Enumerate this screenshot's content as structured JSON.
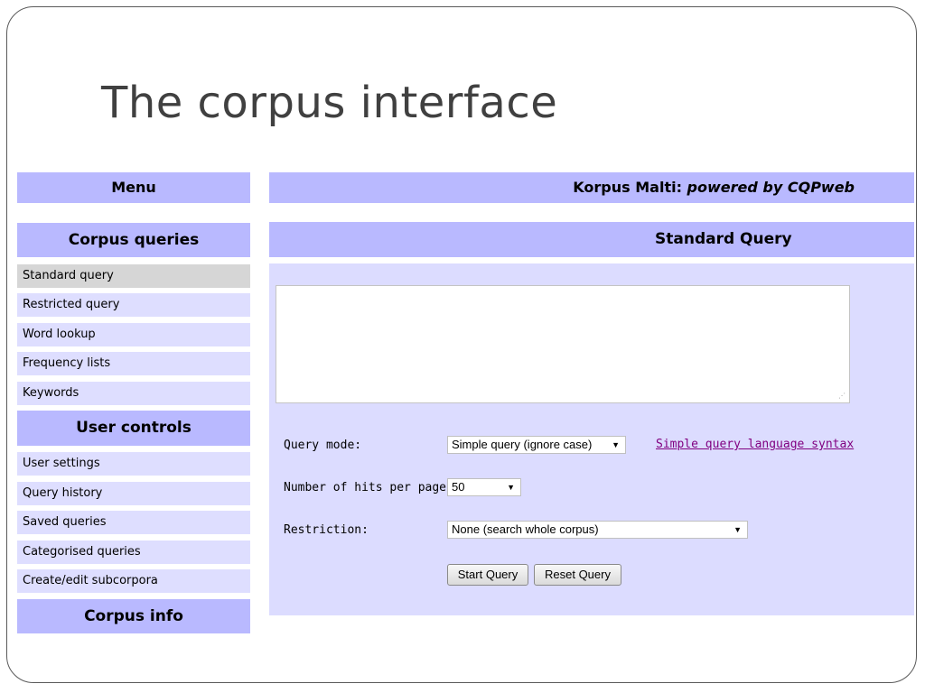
{
  "slide": {
    "title": "The corpus interface"
  },
  "sidebar": {
    "menu_label": "Menu",
    "sections": [
      {
        "title": "Corpus queries",
        "items": [
          "Standard query",
          "Restricted query",
          "Word lookup",
          "Frequency lists",
          "Keywords"
        ]
      },
      {
        "title": "User controls",
        "items": [
          "User settings",
          "Query history",
          "Saved queries",
          "Categorised queries",
          "Create/edit subcorpora"
        ]
      },
      {
        "title": "Corpus info",
        "items": []
      }
    ],
    "active_item": "Standard query"
  },
  "header": {
    "corpus_name": "Korpus Malti:",
    "powered_by": "powered by CQPweb"
  },
  "query_panel": {
    "title": "Standard Query",
    "query_text": "",
    "query_mode": {
      "label": "Query mode:",
      "selected": "Simple query (ignore case)",
      "syntax_link": "Simple query language syntax"
    },
    "hits_per_page": {
      "label": "Number of hits per page:",
      "selected": "50"
    },
    "restriction": {
      "label": "Restriction:",
      "selected": "None (search whole corpus)"
    },
    "buttons": {
      "start": "Start Query",
      "reset": "Reset Query"
    }
  },
  "colors": {
    "header_bg": "#b9b9ff",
    "item_bg": "#dedeff",
    "active_item_bg": "#d6d6d6",
    "panel_bg": "#dcdcff",
    "link": "#800080"
  }
}
